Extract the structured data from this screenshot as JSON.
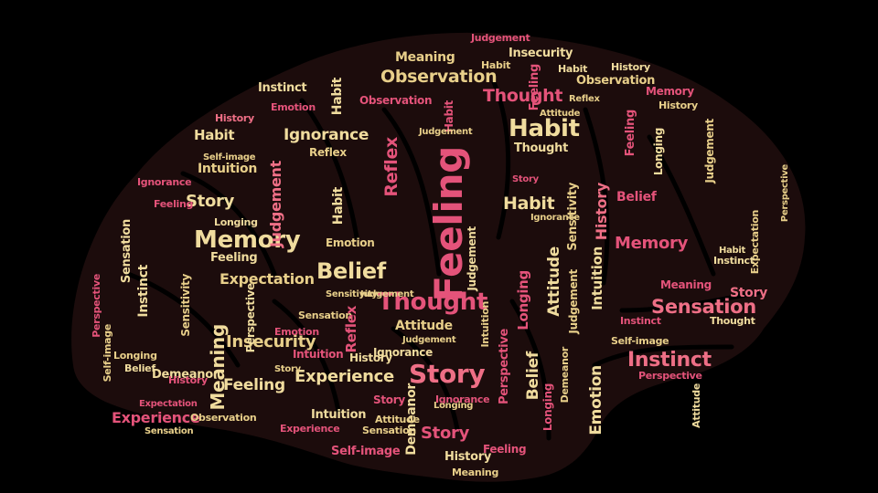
{
  "image": {
    "kind": "word-cloud",
    "shape": "brain",
    "background": "#000000",
    "palette": [
      "#e4537a",
      "#ee6f86",
      "#e8cf8a",
      "#f0dc9e",
      "#f0806e",
      "#dcb56a"
    ],
    "words": {
      "feeling": "Feeling",
      "thought": "Thought",
      "habit": "Habit",
      "story": "Story",
      "memory": "Memory",
      "belief": "Belief",
      "observation": "Observation",
      "instinct": "Instinct",
      "sensation": "Sensation",
      "experience": "Experience",
      "insecurity": "Insecurity",
      "judgement": "Judgement",
      "ignorance": "Ignorance",
      "reflex": "Reflex",
      "meaning": "Meaning",
      "intuition": "Intuition",
      "expectation": "Expectation",
      "emotion": "Emotion",
      "longing": "Longing",
      "sensitivity": "Sensitivity",
      "attitude": "Attitude",
      "perspective": "Perspective",
      "demeanor": "Demeanor",
      "self_image": "Self-image",
      "history": "History"
    }
  }
}
